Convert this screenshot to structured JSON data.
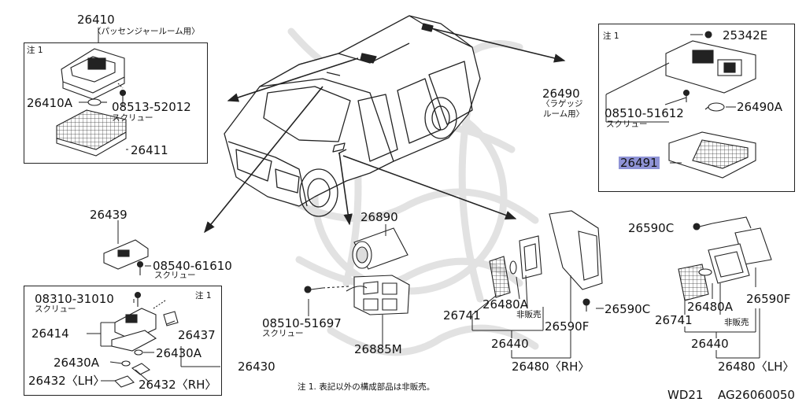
{
  "colors": {
    "line": "#222222",
    "highlight": "#8f93d6",
    "watermark": "#e6e6e6"
  },
  "passenger_lamp": {
    "top_part": "26410",
    "top_note": "〈パッセンジャールーム用〉",
    "note": "注 1",
    "lamp": "26410A",
    "screw_no": "08513-52012",
    "screw_label": "スクリュー",
    "lens": "26411"
  },
  "cargo_lamp": {
    "note": "注 1",
    "nut": "25342E",
    "assembly": "26490",
    "assembly_note_1": "〈ラゲッジ",
    "assembly_note_2": "ルーム用〉",
    "screw_no": "08510-51612",
    "screw_label": "スクリュー",
    "bulb": "26490A",
    "lens_highlighted": "26491"
  },
  "map_lamp": {
    "bracket": "26439",
    "bracket_screw": "08540-61610",
    "bracket_screw_label": "スクリュー",
    "note": "注 1",
    "screw_no": "08310-31010",
    "screw_label": "スクリュー",
    "housing": "26414",
    "lens_small": "26437",
    "bulb_right": "26430A",
    "bulb_left": "26430A",
    "assembly": "26430",
    "lens_lh": "26432〈LH〉",
    "lens_rh": "26432〈RH〉"
  },
  "glove_lamp": {
    "tube": "26890",
    "screw_no": "08510-51697",
    "screw_label": "スクリュー",
    "body": "26885M"
  },
  "door_lamp_rh": {
    "lens": "26741",
    "bulb": "26480A",
    "not_sold": "非販売",
    "bracket": "26590F",
    "screw": "26590C",
    "sub_assembly": "26440",
    "assembly": "26480〈RH〉"
  },
  "door_lamp_lh": {
    "screw": "26590C",
    "lens": "26741",
    "bulb": "26480A",
    "not_sold": "非販売",
    "bracket": "26590F",
    "sub_assembly": "26440",
    "assembly": "26480〈LH〉"
  },
  "footnote": "注 1. 表記以外の構成部品は非販売。",
  "diagram_code_left": "WD21",
  "diagram_code_right": "AG26060050",
  "icons": [
    "vehicle-illustration",
    "screw-icon",
    "bulb-icon",
    "lens-icon",
    "watermark-emblem"
  ]
}
